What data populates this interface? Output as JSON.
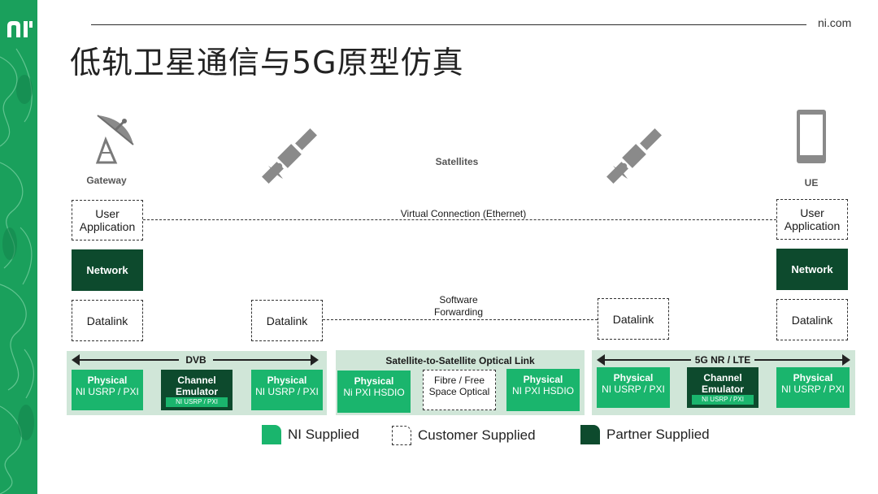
{
  "header": {
    "logo_text": "ni",
    "site": "ni.com",
    "title": "低轨卫星通信与5G原型仿真"
  },
  "icons": {
    "gateway": {
      "icon": "satellite-dish-icon",
      "label": "Gateway"
    },
    "satellite_left": {
      "icon": "satellite-icon"
    },
    "satellites_label": "Satellites",
    "satellite_right": {
      "icon": "satellite-icon"
    },
    "ue": {
      "icon": "phone-icon",
      "label": "UE"
    }
  },
  "stack_left": {
    "user_app": "User Application",
    "network": "Network",
    "datalink": "Datalink"
  },
  "stack_right": {
    "user_app": "User Application",
    "network": "Network",
    "datalink": "Datalink"
  },
  "datalink_sat_left": "Datalink",
  "datalink_sat_right": "Datalink",
  "virtual_connection": "Virtual Connection (Ethernet)",
  "software_forwarding": "Software Forwarding",
  "panels": {
    "dvb": {
      "title": "DVB",
      "physical_left": {
        "title": "Physical",
        "body": "NI USRP / PXI"
      },
      "channel": {
        "title": "Channel Emulator",
        "sub": "NI USRP / PXI"
      },
      "physical_right": {
        "title": "Physical",
        "body": "NI USRP / PXI"
      }
    },
    "optical": {
      "title": "Satellite-to-Satellite Optical Link",
      "physical_left": {
        "title": "Physical",
        "body": "Ni PXI HSDIO"
      },
      "fibre": "Fibre / Free Space Optical",
      "physical_right": {
        "title": "Physical",
        "body": "NI PXI HSDIO"
      }
    },
    "nr": {
      "title": "5G NR / LTE",
      "physical_left": {
        "title": "Physical",
        "body": "NI USRP / PXI"
      },
      "channel": {
        "title": "Channel Emulator",
        "sub": "NI USRP / PXI"
      },
      "physical_right": {
        "title": "Physical",
        "body": "NI USRP / PXI"
      }
    }
  },
  "legend": {
    "ni": "NI Supplied",
    "customer": "Customer Supplied",
    "partner": "Partner Supplied"
  },
  "colors": {
    "ni_green": "#1ab56d",
    "partner_dark": "#0d4a2d",
    "panel_bg": "#d0e6d8",
    "sidebar": "#1aa05c"
  }
}
